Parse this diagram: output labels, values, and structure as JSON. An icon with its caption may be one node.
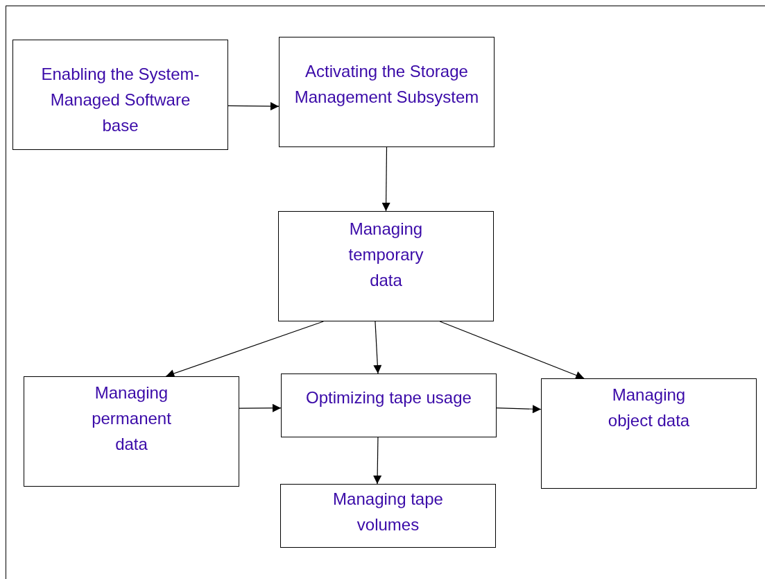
{
  "diagram": {
    "nodes": [
      {
        "text": [
          "Enabling the System-Managed Software base"
        ]
      },
      {
        "text": [
          "Activating the Storage Management Subsystem"
        ]
      },
      {
        "text": [
          "Managing temporary data"
        ]
      },
      {
        "text": [
          "Managing permanent data"
        ]
      },
      {
        "text": [
          "Optimizing tape usage"
        ]
      },
      {
        "text": [
          "Managing object data"
        ]
      },
      {
        "text": [
          "Managing tape volumes"
        ]
      }
    ],
    "edges": [
      {
        "from": 0,
        "to": 1,
        "arrow": "to"
      },
      {
        "from": 1,
        "to": 2,
        "arrow": "to"
      },
      {
        "from": 2,
        "to": 3,
        "arrow": "to"
      },
      {
        "from": 2,
        "to": 4,
        "arrow": "to"
      },
      {
        "from": 2,
        "to": 5,
        "arrow": "to"
      },
      {
        "from": 3,
        "to": 4,
        "arrow": "to"
      },
      {
        "from": 4,
        "to": 5,
        "arrow": "to"
      },
      {
        "from": 4,
        "to": 6,
        "arrow": "to"
      }
    ]
  }
}
